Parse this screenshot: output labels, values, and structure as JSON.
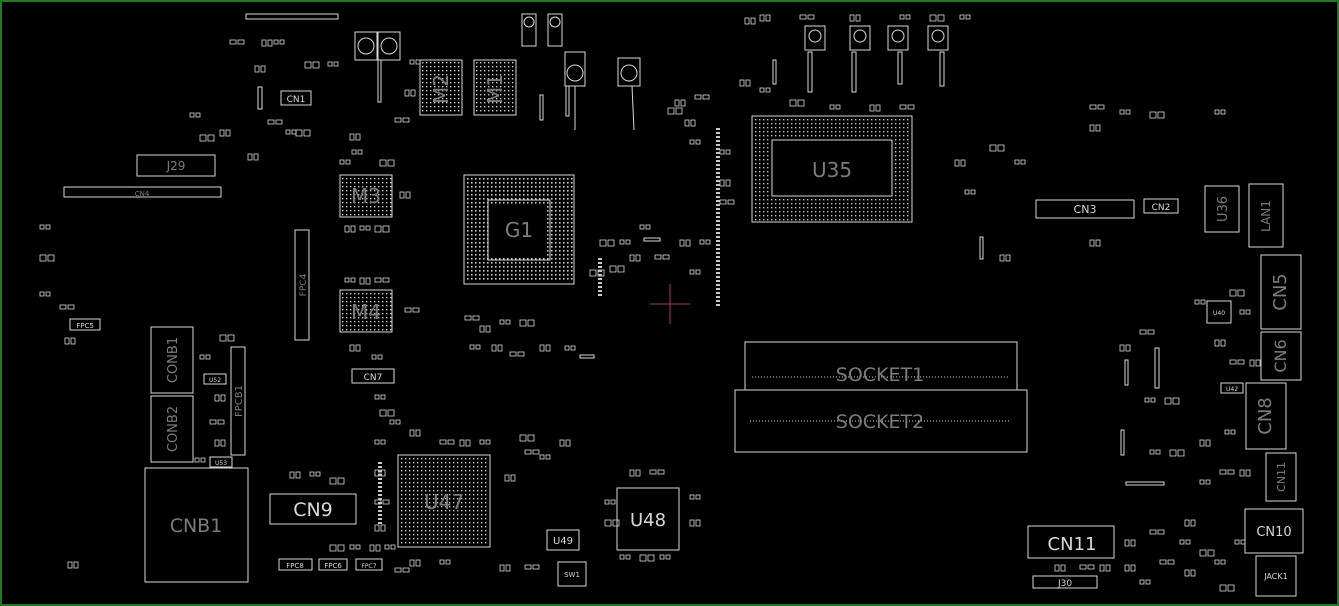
{
  "colors": {
    "background": "#000000",
    "border": "#1e7a1e",
    "outline": "#d8d8d8",
    "label": "#7c7c7c",
    "pad": "#c8c8c8",
    "cursor": "#b0384a"
  },
  "labels": {
    "u35": "U35",
    "g1": "G1",
    "m1": "M1",
    "m2": "M2",
    "m3": "M3",
    "m4": "M4",
    "u47": "U47",
    "u48": "U48",
    "u49": "U49",
    "u36": "U36",
    "lan1": "LAN1",
    "cn1": "CN1",
    "cn2": "CN2",
    "cn3": "CN3",
    "cn4": "CN4",
    "cn5": "CN5",
    "cn6": "CN6",
    "cn7": "CN7",
    "cn8": "CN8",
    "cn9": "CN9",
    "cn10": "CN10",
    "cn11": "CN11",
    "cn11b": "CN11",
    "j29": "J29",
    "j30": "J30",
    "jack1": "JACK1",
    "fpc4": "FPC4",
    "fpc5": "FPC5",
    "fpc6": "FPC6",
    "fpc7": "FPC7",
    "fpc8": "FPC8",
    "fpcb1": "FPCB1",
    "conb1": "CONB1",
    "conb2": "CONB2",
    "cnb1": "CNB1",
    "socket1": "SOCKET1",
    "socket2": "SOCKET2",
    "sw1": "SW1",
    "u40": "U40",
    "u42": "U42",
    "u52": "U52",
    "u53": "U53"
  }
}
